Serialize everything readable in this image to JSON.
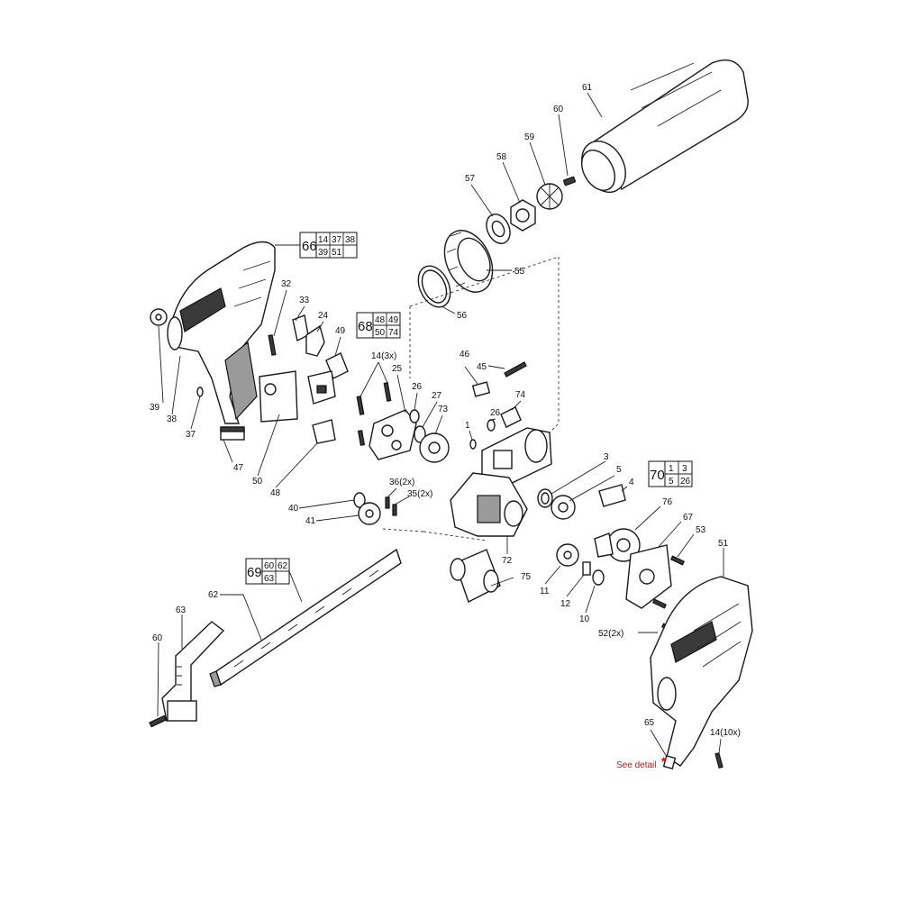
{
  "callouts": [
    "61",
    "60",
    "59",
    "58",
    "57",
    "55",
    "56",
    "32",
    "33",
    "24",
    "49",
    "14(3x)",
    "25",
    "26",
    "27",
    "73",
    "46",
    "45",
    "26",
    "74",
    "1",
    "39",
    "38",
    "37",
    "47",
    "50",
    "48",
    "36(2x)",
    "35(2x)",
    "40",
    "41",
    "72",
    "3",
    "5",
    "4",
    "76",
    "67",
    "53",
    "51",
    "62",
    "63",
    "60",
    "11",
    "12",
    "10",
    "75",
    "52(2x)",
    "65",
    "14(10x)"
  ],
  "kits": [
    {
      "main": "66",
      "subs": [
        "14",
        "37",
        "38",
        "39",
        "51",
        ""
      ]
    },
    {
      "main": "68",
      "subs": [
        "48",
        "49",
        "50",
        "74"
      ]
    },
    {
      "main": "70",
      "subs": [
        "1",
        "3",
        "5",
        "26"
      ]
    },
    {
      "main": "69",
      "subs": [
        "60",
        "62",
        "63",
        ""
      ]
    }
  ],
  "detail": {
    "label": "See detail",
    "marker": "*"
  }
}
